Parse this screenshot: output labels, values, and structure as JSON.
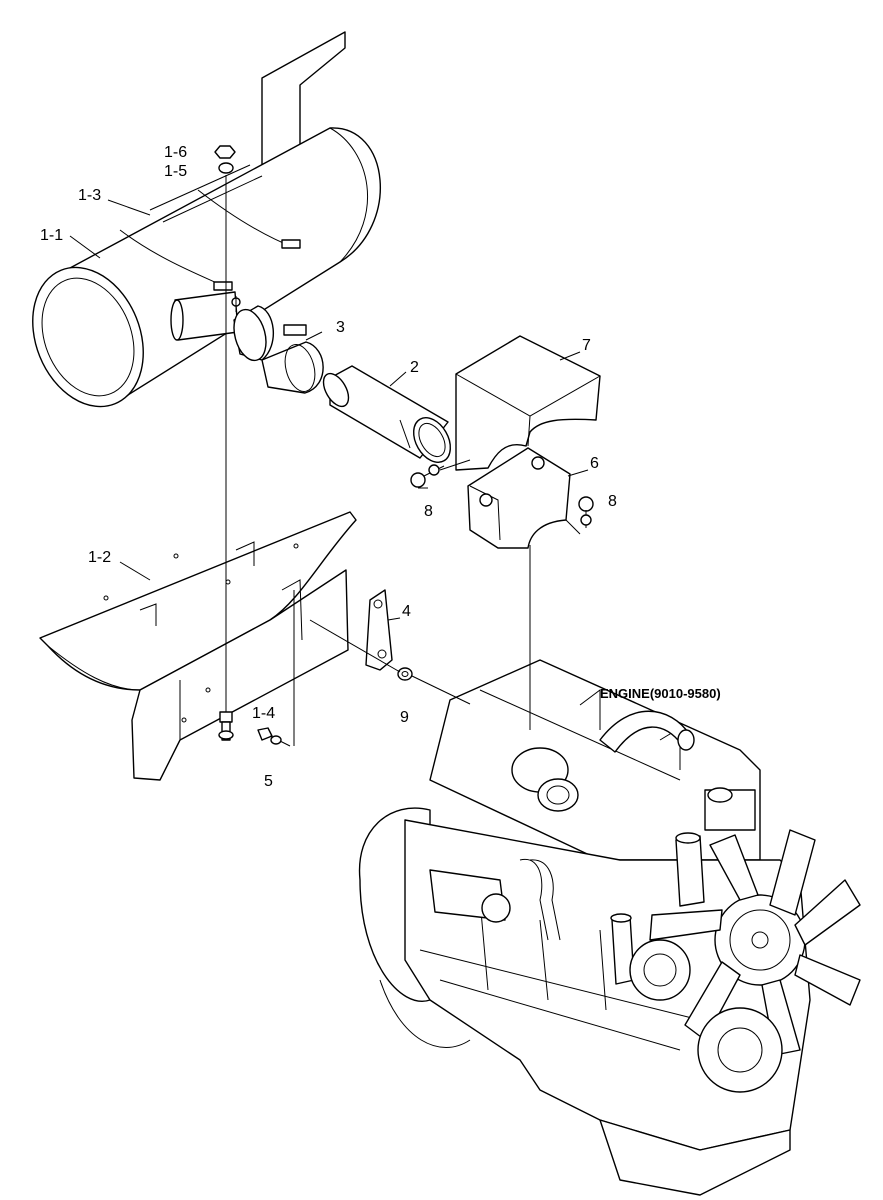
{
  "labels": {
    "p1_1": "1-1",
    "p1_2": "1-2",
    "p1_3": "1-3",
    "p1_4": "1-4",
    "p1_5": "1-5",
    "p1_6": "1-6",
    "p2": "2",
    "p3": "3",
    "p4": "4",
    "p5": "5",
    "p6": "6",
    "p7": "7",
    "p8a": "8",
    "p8b": "8",
    "p9": "9",
    "engine": "ENGINE(9010-9580)"
  },
  "colors": {
    "line": "#000000",
    "background": "#ffffff"
  }
}
